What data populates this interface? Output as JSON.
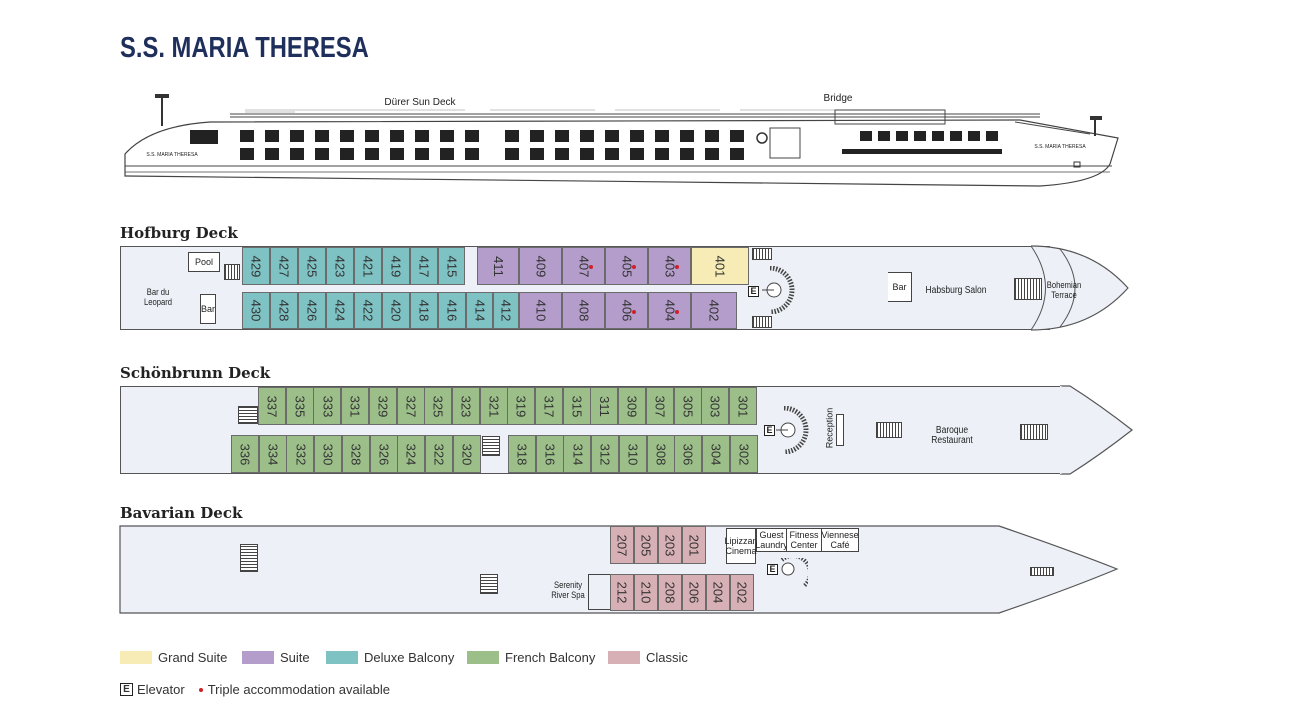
{
  "title": "S.S. MARIA THERESA",
  "profile": {
    "sun_deck_label": "Dürer Sun Deck",
    "bridge_label": "Bridge",
    "hull_name": "S.S. MARIA THERESA"
  },
  "decks": {
    "hofburg": {
      "title": "Hofburg Deck",
      "top_cabins": [
        {
          "num": "429",
          "type": "deluxe"
        },
        {
          "num": "427",
          "type": "deluxe"
        },
        {
          "num": "425",
          "type": "deluxe"
        },
        {
          "num": "423",
          "type": "deluxe"
        },
        {
          "num": "421",
          "type": "deluxe"
        },
        {
          "num": "419",
          "type": "deluxe"
        },
        {
          "num": "417",
          "type": "deluxe"
        },
        {
          "num": "415",
          "type": "deluxe"
        },
        {
          "num": "411",
          "type": "suite"
        },
        {
          "num": "409",
          "type": "suite"
        },
        {
          "num": "407",
          "type": "suite",
          "triple": true
        },
        {
          "num": "405",
          "type": "suite",
          "triple": true
        },
        {
          "num": "403",
          "type": "suite",
          "triple": true
        },
        {
          "num": "401",
          "type": "grand"
        }
      ],
      "bottom_cabins": [
        {
          "num": "430",
          "type": "deluxe"
        },
        {
          "num": "428",
          "type": "deluxe"
        },
        {
          "num": "426",
          "type": "deluxe"
        },
        {
          "num": "424",
          "type": "deluxe"
        },
        {
          "num": "422",
          "type": "deluxe"
        },
        {
          "num": "420",
          "type": "deluxe"
        },
        {
          "num": "418",
          "type": "deluxe"
        },
        {
          "num": "416",
          "type": "deluxe"
        },
        {
          "num": "414",
          "type": "deluxe"
        },
        {
          "num": "412",
          "type": "deluxe"
        },
        {
          "num": "410",
          "type": "suite"
        },
        {
          "num": "408",
          "type": "suite"
        },
        {
          "num": "406",
          "type": "suite",
          "triple": true
        },
        {
          "num": "404",
          "type": "suite",
          "triple": true
        },
        {
          "num": "402",
          "type": "suite"
        }
      ],
      "pool": "Pool",
      "bar_du_leopard_1": "Bar du",
      "bar_du_leopard_2": "Leopard",
      "bar_small": "Bar",
      "bar_salon": "Bar",
      "salon": "Habsburg Salon",
      "terrace_1": "Bohemian",
      "terrace_2": "Terrace",
      "elevator": "E"
    },
    "schonbrunn": {
      "title": "Schönbrunn Deck",
      "top_cabins": [
        "337",
        "335",
        "333",
        "331",
        "329",
        "327",
        "325",
        "323",
        "321",
        "319",
        "317",
        "315",
        "311",
        "309",
        "307",
        "305",
        "303",
        "301"
      ],
      "bottom_left": [
        "336",
        "334",
        "332",
        "330",
        "328",
        "326",
        "324",
        "322",
        "320"
      ],
      "bottom_right": [
        "318",
        "316",
        "314",
        "312",
        "310",
        "308",
        "306",
        "304",
        "302"
      ],
      "reception": "Reception",
      "restaurant": "Baroque Restaurant",
      "elevator": "E"
    },
    "bavarian": {
      "title": "Bavarian Deck",
      "top_cabins": [
        "207",
        "205",
        "203",
        "201"
      ],
      "bottom_cabins": [
        "212",
        "210",
        "208",
        "206",
        "204",
        "202"
      ],
      "spa_1": "Serenity",
      "spa_2": "River Spa",
      "cinema_1": "Lipizzan",
      "cinema_2": "Cinema",
      "laundry_1": "Guest",
      "laundry_2": "Laundry",
      "fitness_1": "Fitness",
      "fitness_2": "Center",
      "cafe_1": "Viennese",
      "cafe_2": "Café",
      "elevator": "E"
    }
  },
  "legend": {
    "items": [
      {
        "label": "Grand Suite",
        "color": "#f7ecb5"
      },
      {
        "label": "Suite",
        "color": "#b59dcb"
      },
      {
        "label": "Deluxe Balcony",
        "color": "#7ec2c4"
      },
      {
        "label": "French Balcony",
        "color": "#9cbf8a"
      },
      {
        "label": "Classic",
        "color": "#d6b0b4"
      }
    ],
    "elevator_key": "E",
    "elevator_label": "Elevator",
    "triple_label": "Triple accommodation available"
  }
}
